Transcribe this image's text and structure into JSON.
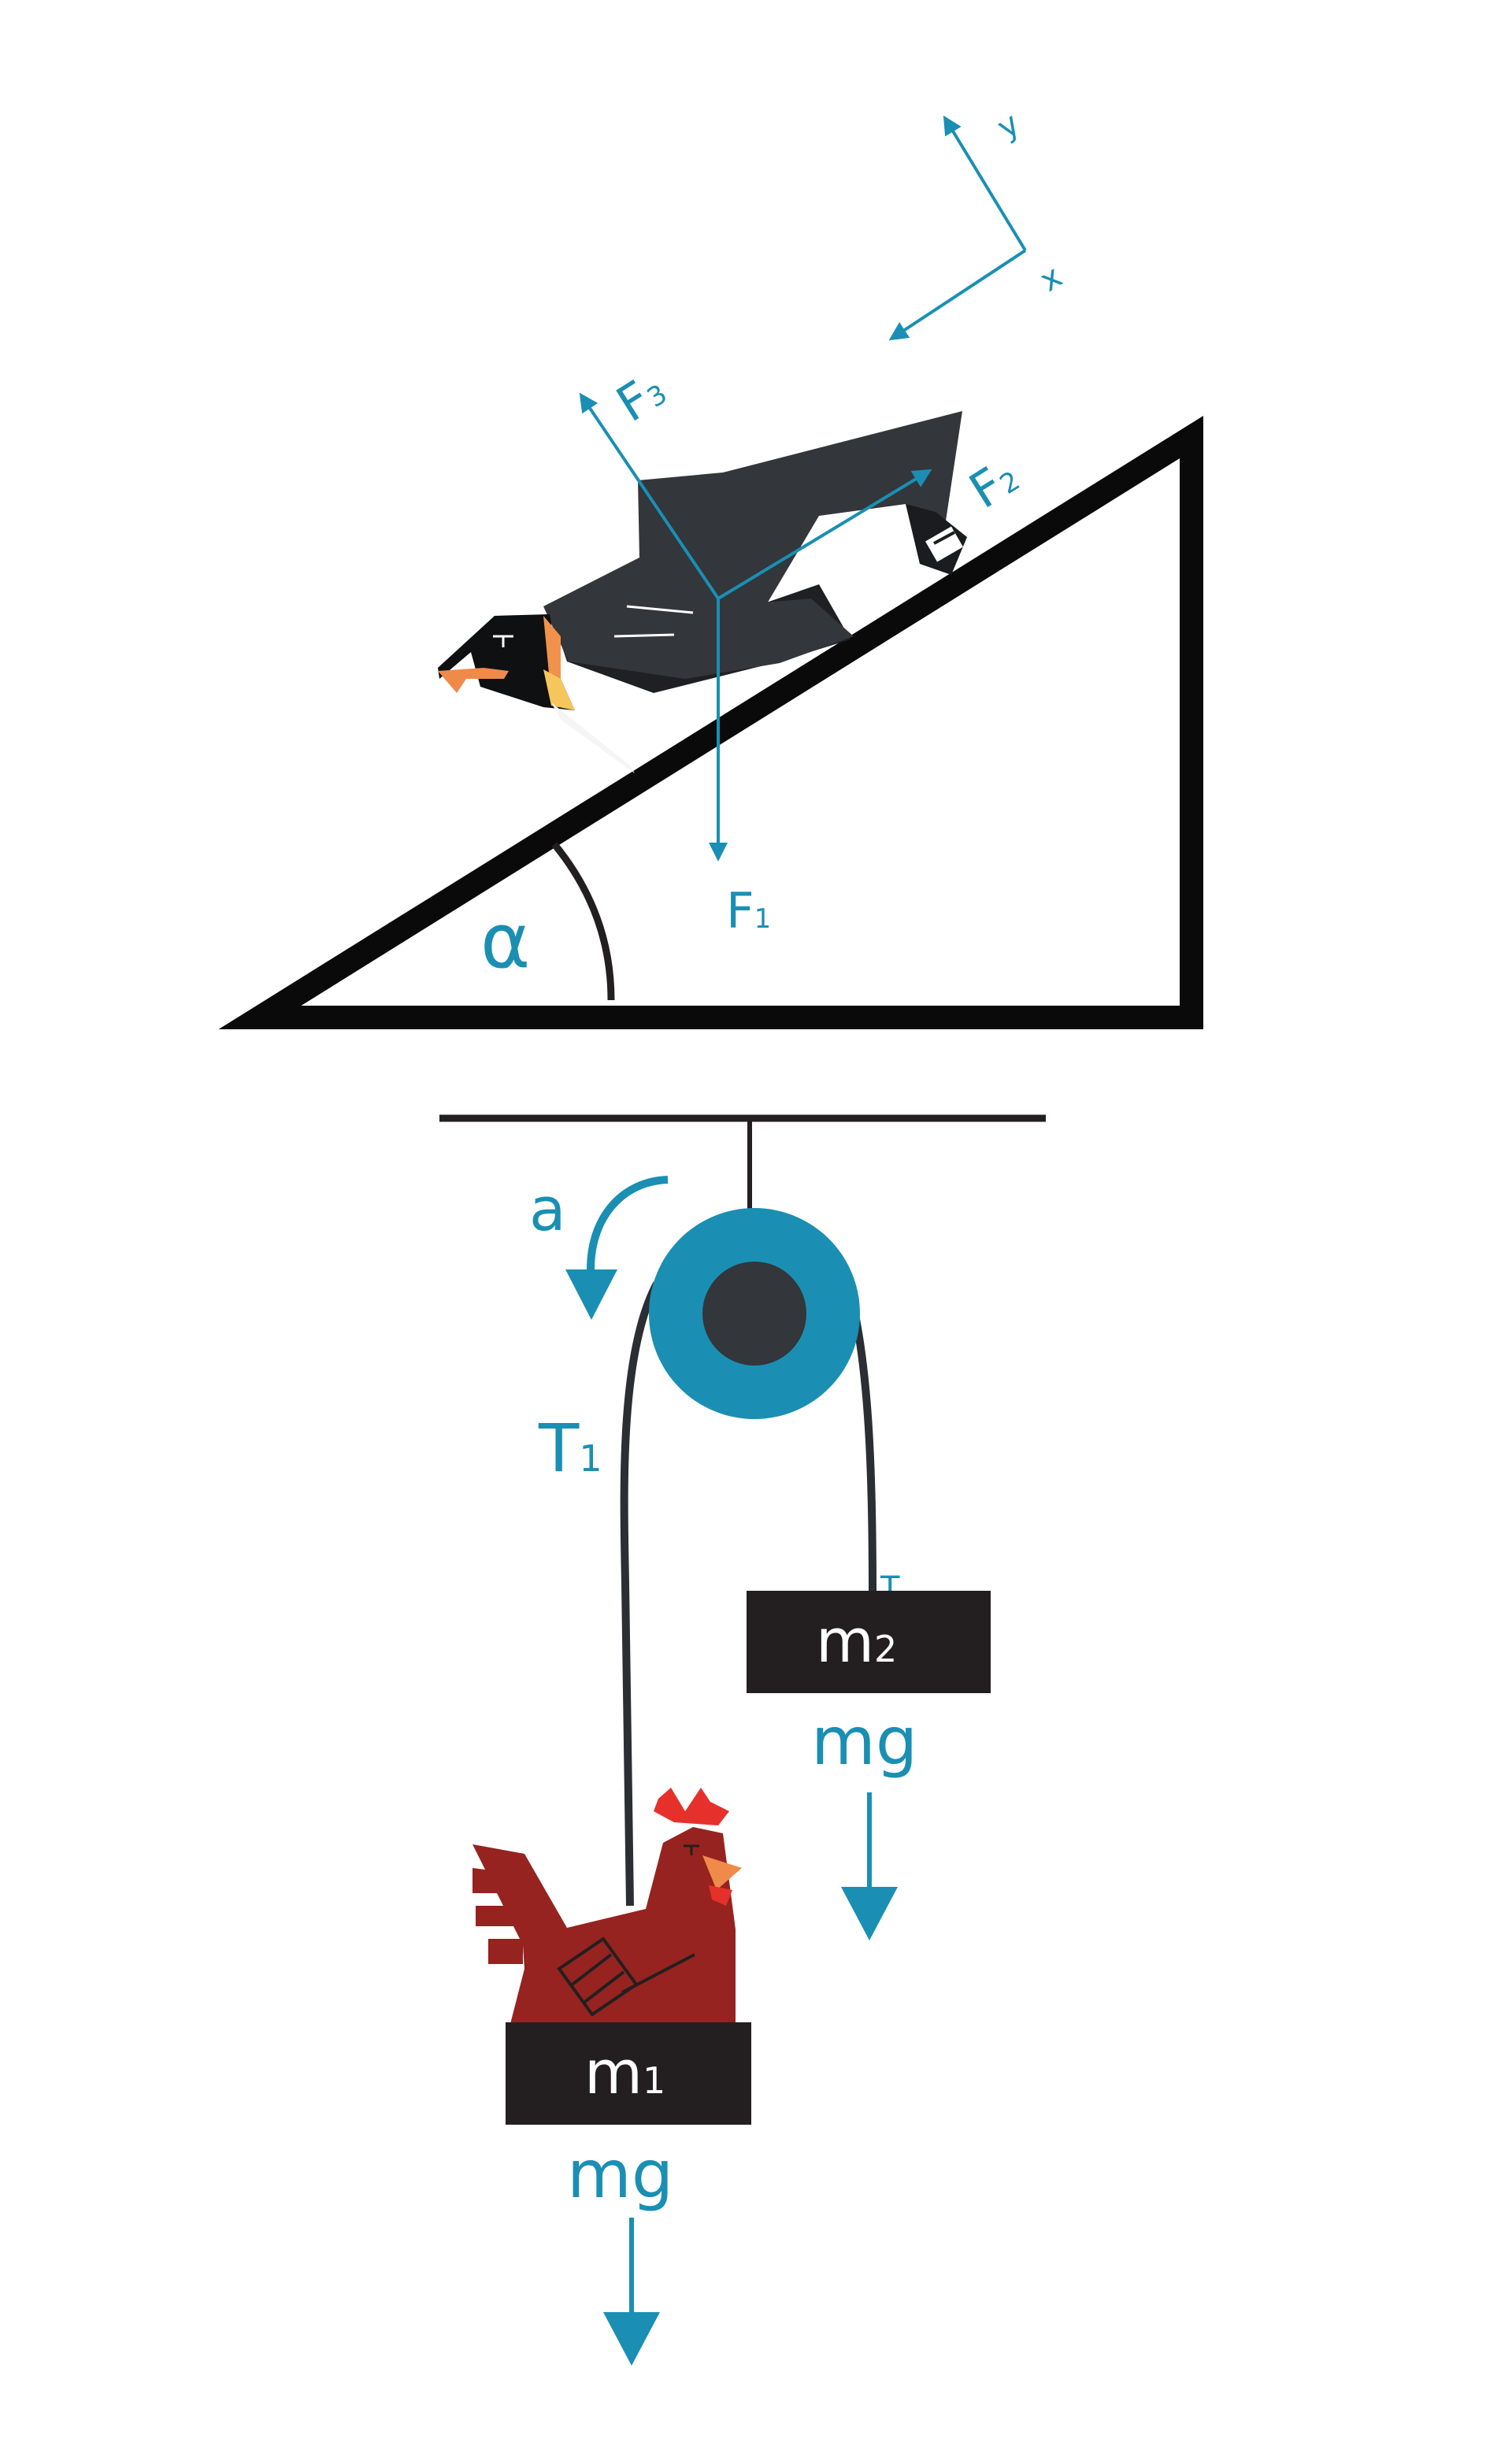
{
  "colors": {
    "accent": "#1a8fb3",
    "ink": "#0a0a0a",
    "rope": "#2b2e33",
    "block": "#231f20",
    "penguin_body": "#33363b",
    "pulley_rim": "#1a8fb3",
    "pulley_hub": "#33363b",
    "hen": "#96231f",
    "comb": "#e6302b",
    "beak": "#f08a4b"
  },
  "icons": {
    "penguin": "penguin-icon",
    "hen": "hen-icon",
    "pulley": "pulley-icon"
  },
  "incline": {
    "angle_label": "α",
    "axis_x_label": "x",
    "axis_y_label": "y",
    "forces": [
      {
        "main": "F",
        "sub": "1"
      },
      {
        "main": "F",
        "sub": "2"
      },
      {
        "main": "F",
        "sub": "3"
      }
    ]
  },
  "pulley": {
    "acceleration_label": "a",
    "tension_main": "T",
    "tension_sub": "1",
    "tension_right_label": "T",
    "block1": {
      "main": "m",
      "sub": "1",
      "weight_label": "mg"
    },
    "block2": {
      "main": "m",
      "sub": "2",
      "weight_label": "mg"
    }
  }
}
